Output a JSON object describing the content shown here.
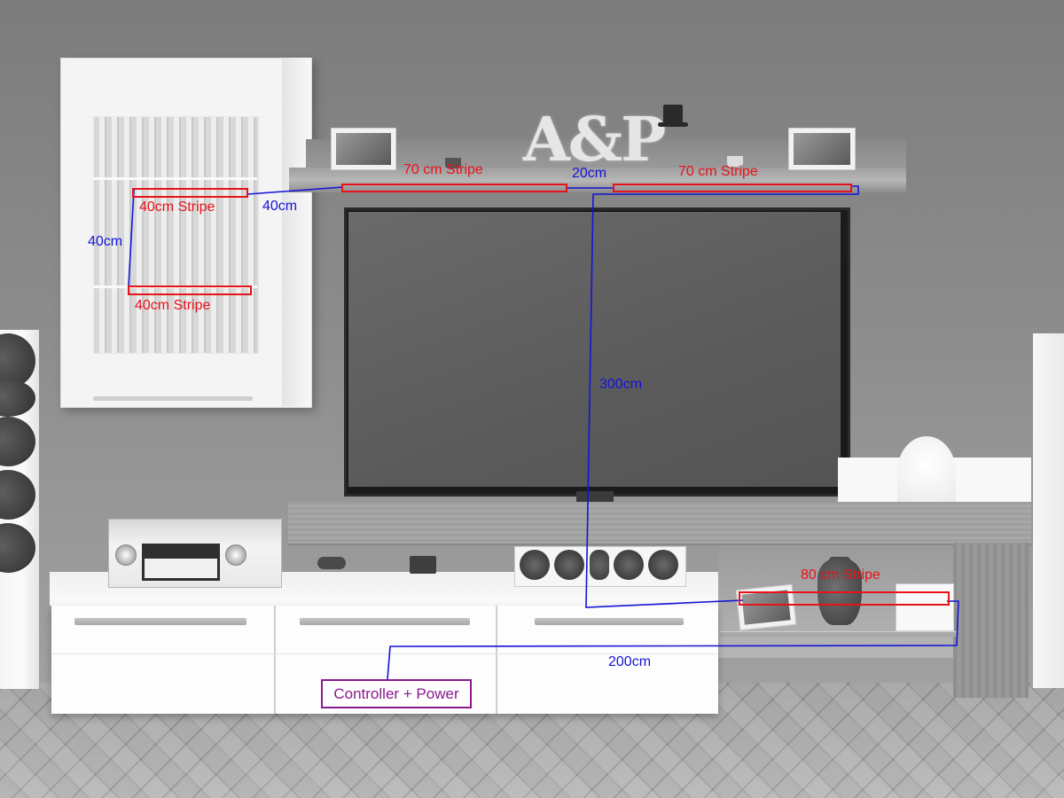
{
  "diagram": {
    "type": "led-stripe-wiring-plan",
    "background": "grayscale living room photo: TV wall unit with glass display cabinet, floating shelf, TV, sideboard, AV receiver, center speaker, tower speakers",
    "colors": {
      "stripe": "#e8121a",
      "cable": "#1414d8",
      "controller": "#8a1a8e"
    },
    "decor": {
      "letters": "A&P"
    }
  },
  "stripes": [
    {
      "id": "cabinet-upper",
      "label": "40cm Stripe",
      "length_cm": 40
    },
    {
      "id": "cabinet-lower",
      "label": "40cm Stripe",
      "length_cm": 40
    },
    {
      "id": "shelf-left",
      "label": "70 cm Stripe",
      "length_cm": 70
    },
    {
      "id": "shelf-right",
      "label": "70 cm Stripe",
      "length_cm": 70
    },
    {
      "id": "lower-shelf",
      "label": "80 cm Stripe",
      "length_cm": 80
    }
  ],
  "cables": [
    {
      "id": "cabinet-to-shelf",
      "label": "40cm"
    },
    {
      "id": "cabinet-vertical",
      "label": "40cm"
    },
    {
      "id": "shelf-gap",
      "label": "20cm"
    },
    {
      "id": "shelf-to-sideboard",
      "label": "300cm"
    },
    {
      "id": "sideboard-to-lower-shelf",
      "label": "200cm"
    }
  ],
  "controller": {
    "label": "Controller + Power"
  }
}
